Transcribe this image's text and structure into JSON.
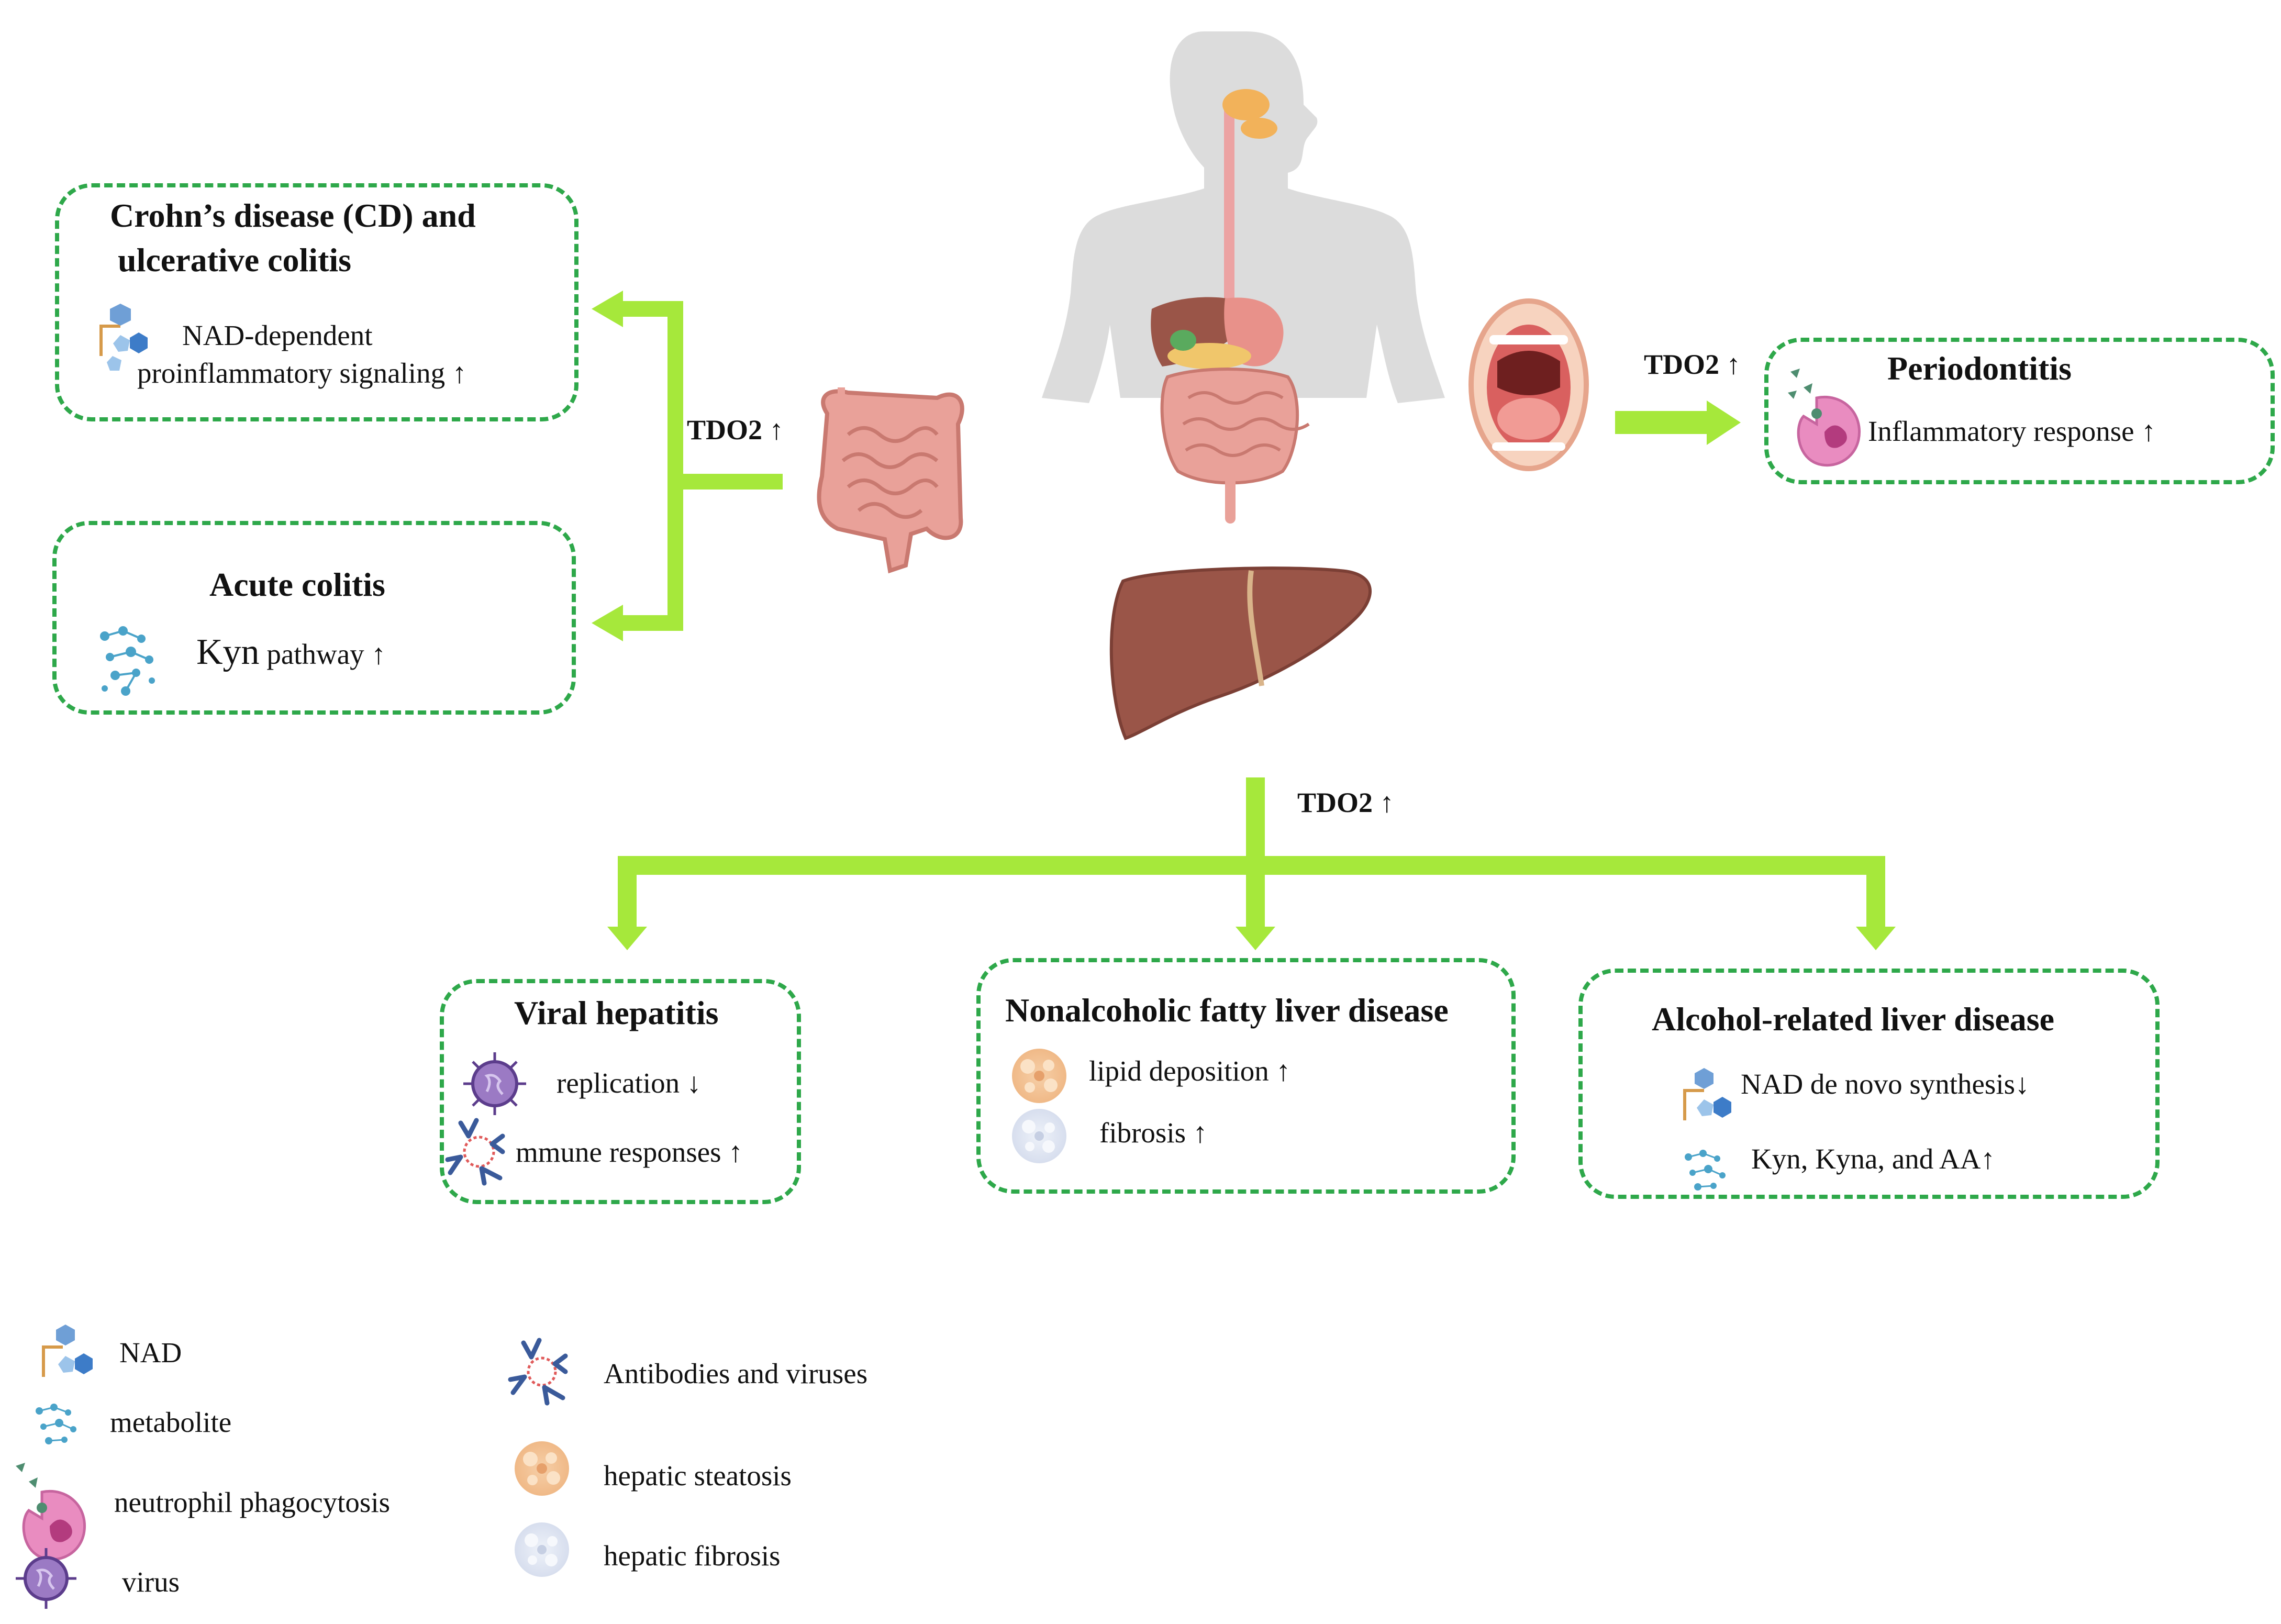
{
  "diagram": {
    "boxes": {
      "crohns": {
        "title_line1": "Crohn’s disease (CD) and",
        "title_line2": "ulcerative colitis",
        "text_line1": "NAD-dependent",
        "text_line2": "proinflammatory signaling ↑"
      },
      "acute_colitis": {
        "title": "Acute colitis",
        "text_kyn": "Kyn",
        "text_rest": " pathway ↑"
      },
      "periodontitis": {
        "title": "Periodontitis",
        "text": "Inflammatory response ↑"
      },
      "viral_hepatitis": {
        "title": "Viral hepatitis",
        "text1": "replication ↓",
        "text2": "mmune responses ↑"
      },
      "nafld": {
        "title": "Nonalcoholic fatty liver disease",
        "text1": "lipid deposition ↑",
        "text2": "fibrosis ↑"
      },
      "ald": {
        "title": "Alcohol-related liver disease",
        "text1": "NAD de novo synthesis↓",
        "text2": "Kyn, Kyna, and AA↑"
      }
    },
    "labels": {
      "tdo2_intestine": "TDO2 ↑",
      "tdo2_mouth": "TDO2 ↑",
      "tdo2_liver": "TDO2 ↑"
    },
    "legend": {
      "nad": "NAD",
      "metabolite": "metabolite",
      "neutrophil": "neutrophil phagocytosis",
      "virus": "virus",
      "antibodies": "Antibodies and viruses",
      "steatosis": "hepatic steatosis",
      "fibrosis": "hepatic fibrosis"
    },
    "colors": {
      "arrow": "#a6e83b",
      "box_border": "#2ea84a",
      "intestine": "#e9a199",
      "liver": "#9a5548",
      "body": "#dcdcdc",
      "neutrophil": "#e98cc0",
      "virus": "#9b7ac4",
      "nad_icon": "#6f9fd6"
    }
  }
}
